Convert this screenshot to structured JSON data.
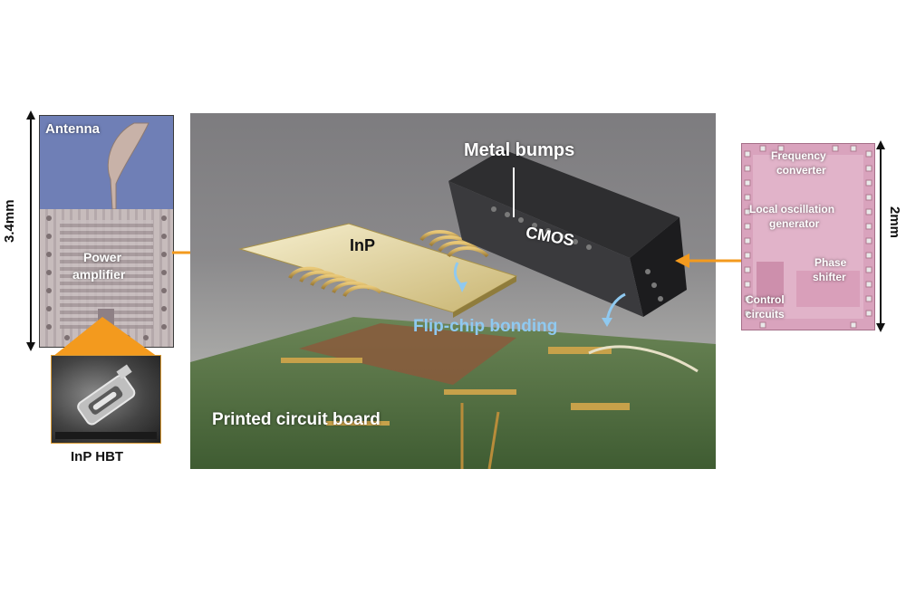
{
  "left_panel": {
    "antenna_label": "Antenna",
    "power_amplifier_label_line1": "Power",
    "power_amplifier_label_line2": "amplifier",
    "dimension_label": "3.4mm",
    "hbt_caption": "InP HBT"
  },
  "center_panel": {
    "metal_bumps_label": "Metal bumps",
    "inp_label": "InP",
    "cmos_label": "CMOS",
    "flip_chip_label": "Flip-chip bonding",
    "pcb_label": "Printed circuit board"
  },
  "right_panel": {
    "frequency_converter_line1": "Frequency",
    "frequency_converter_line2": "converter",
    "local_oscillation_line1": "Local oscillation",
    "local_oscillation_line2": "generator",
    "phase_shifter_line1": "Phase",
    "phase_shifter_line2": "shifter",
    "control_circuits_line1": "Control",
    "control_circuits_line2": "circuits",
    "dimension_label": "2mm"
  },
  "colors": {
    "arrow": "#f39a1e",
    "flip_chip_text": "#8fc9f0",
    "pa_die": "#6f7fb6",
    "cmos_die": "#d9a3bd",
    "pcb": "#4f6e3e",
    "inp_chip": "#e7dcae",
    "cmos_chip": "#2e2e30"
  }
}
